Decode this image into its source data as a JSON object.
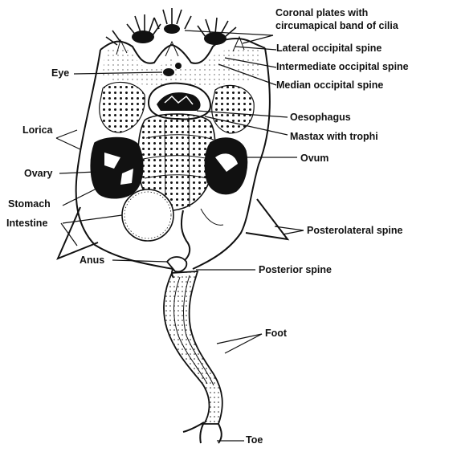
{
  "labels": {
    "coronal": "Coronal plates with",
    "coronal2": "circumapical band of cilia",
    "lateral": "Lateral occipital spine",
    "intermediate": "Intermediate occipital spine",
    "median": "Median occipital spine",
    "eye": "Eye",
    "oesophagus": "Oesophagus",
    "mastax": "Mastax with trophi",
    "lorica": "Lorica",
    "ovum": "Ovum",
    "ovary": "Ovary",
    "stomach": "Stomach",
    "intestine": "Intestine",
    "posterolateral": "Posterolateral spine",
    "anus": "Anus",
    "posterior": "Posterior spine",
    "foot": "Foot",
    "toe": "Toe"
  }
}
